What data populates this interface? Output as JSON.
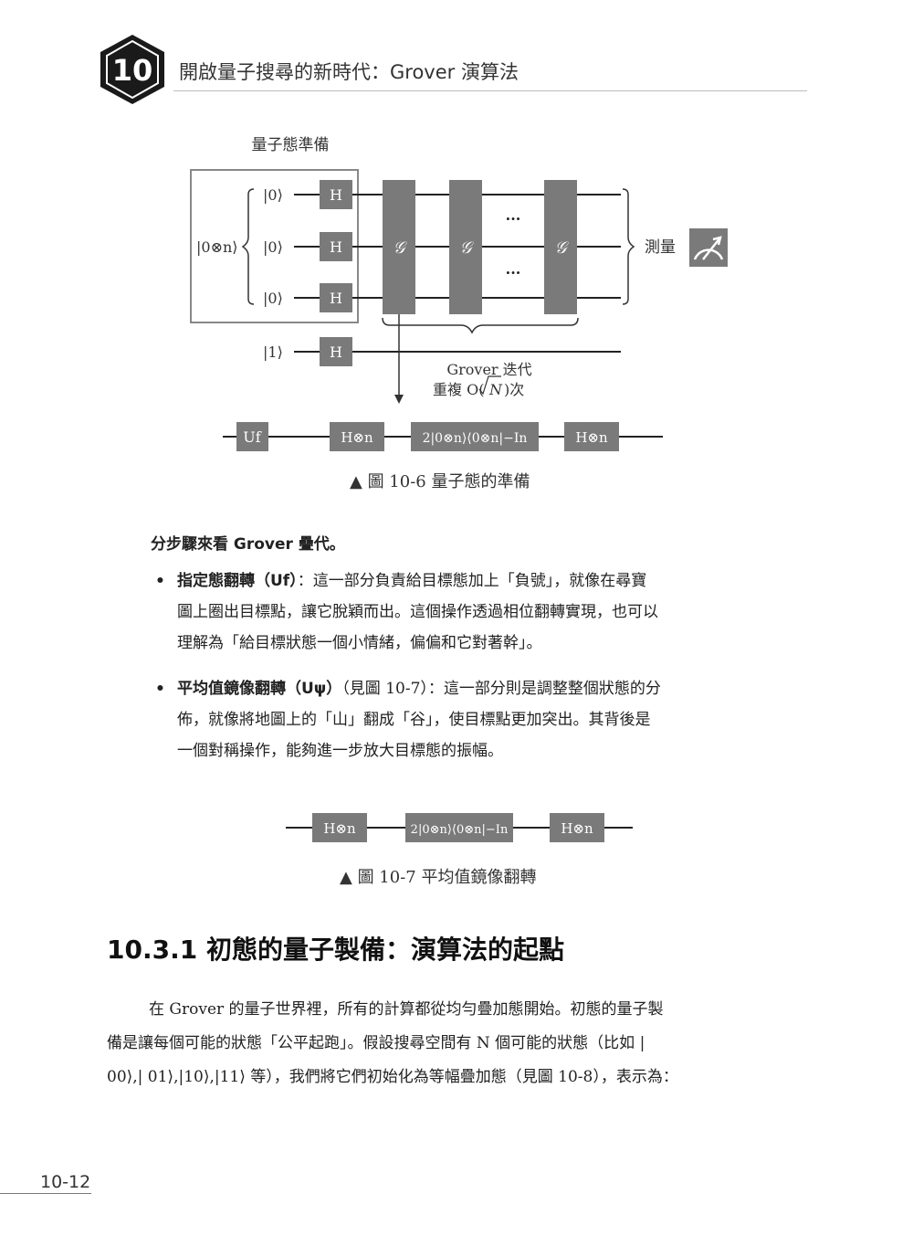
{
  "header": {
    "chapter_number": "10",
    "chapter_title": "開啟量子搜尋的新時代：Grover 演算法"
  },
  "figure_10_6": {
    "prep_label": "量子態準備",
    "register_label": "|0⊗n⟩",
    "qubit_labels": [
      "|0⟩",
      "|0⟩",
      "|0⟩",
      "|1⟩"
    ],
    "h_gate": "H",
    "g_gate": "𝒢",
    "ellipsis": "···",
    "measure_label": "測量",
    "iteration_label": "Grover 迭代",
    "repeat_label_prefix": "重複 O(",
    "repeat_label_sqrt": "N",
    "repeat_label_suffix": ")次",
    "detail_gates": [
      "Uf",
      "H⊗n",
      "2|0⊗n⟩⟨0⊗n|−In",
      "H⊗n"
    ],
    "caption": "▲  圖 10-6  量子態的準備"
  },
  "intro_line": "分步驟來看 Grover 疊代。",
  "bullets": [
    {
      "bold": "指定態翻轉（Uf）",
      "lines": [
        "：這一部分負責給目標態加上「負號」，就像在尋寶",
        "圖上圈出目標點，讓它脫穎而出。這個操作透過相位翻轉實現，也可以",
        "理解為「給目標狀態一個小情緒，偏偏和它對著幹」。"
      ]
    },
    {
      "bold": "平均值鏡像翻轉（Uψ）",
      "lines": [
        "（見圖 10-7）：這一部分則是調整整個狀態的分",
        "佈，就像將地圖上的「山」翻成「谷」，使目標點更加突出。其背後是",
        "一個對稱操作，能夠進一步放大目標態的振幅。"
      ]
    }
  ],
  "figure_10_7": {
    "gates": [
      "H⊗n",
      "2|0⊗n⟩⟨0⊗n|−In",
      "H⊗n"
    ],
    "caption": "▲  圖 10-7  平均值鏡像翻轉"
  },
  "section": {
    "heading": "10.3.1  初態的量子製備：演算法的起點",
    "paragraph_lines": [
      "在 Grover 的量子世界裡，所有的計算都從均勻疊加態開始。初態的量子製",
      "備是讓每個可能的狀態「公平起跑」。假設搜尋空間有 N 個可能的狀態（比如 |",
      "00⟩,| 01⟩,|10⟩,|11⟩ 等），我們將它們初始化為等幅疊加態（見圖 10-8），表示為："
    ]
  },
  "footer": {
    "page_number": "10-12"
  }
}
